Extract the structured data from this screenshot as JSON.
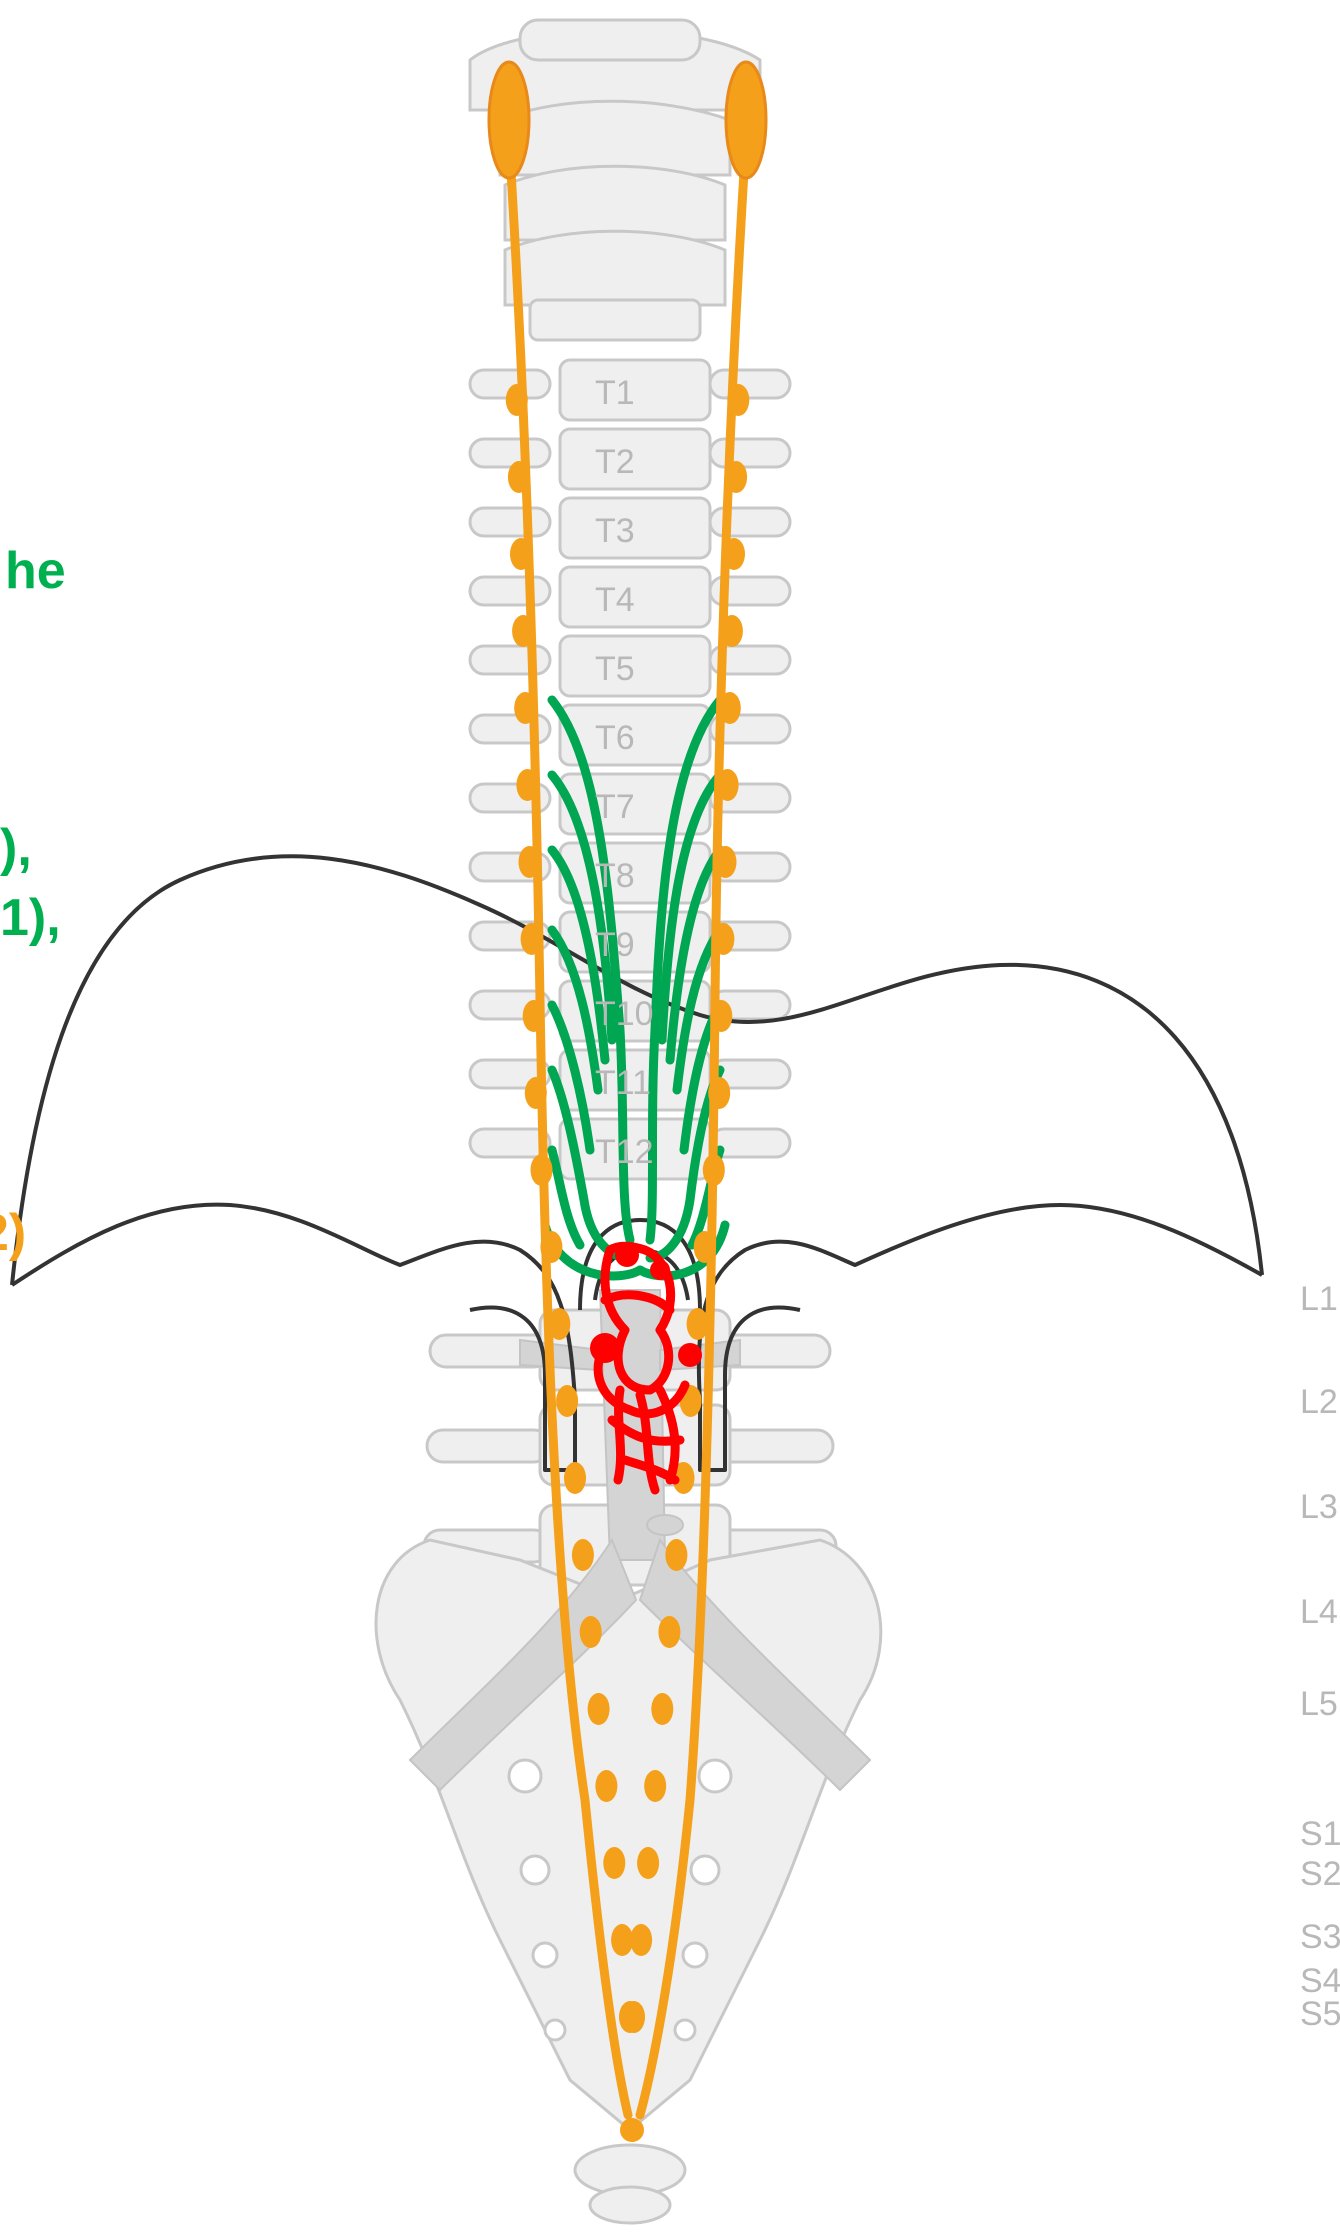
{
  "thoracic_labels": [
    "T1",
    "T2",
    "T3",
    "T4",
    "T5",
    "T6",
    "T7",
    "T8",
    "T9",
    "T10",
    "T11",
    "T12"
  ],
  "lumbar_labels": [
    "L1",
    "L2",
    "L3",
    "L4",
    "L5"
  ],
  "sacral_labels": [
    "S1",
    "S2",
    "S3",
    "S4",
    "S5"
  ],
  "cropped_text": {
    "green_1": "he",
    "green_2": "),",
    "green_3": "1),",
    "orange_1": "2)"
  },
  "colors": {
    "sympathetic_chain": "#f4a01a",
    "splanchnic_nerves": "#00a651",
    "celiac_plexus": "#ff0000",
    "diaphragm_outline": "#333333",
    "bone": "#efefef",
    "bone_outline": "#c8c8c8",
    "aorta": "#d4d4d4"
  }
}
